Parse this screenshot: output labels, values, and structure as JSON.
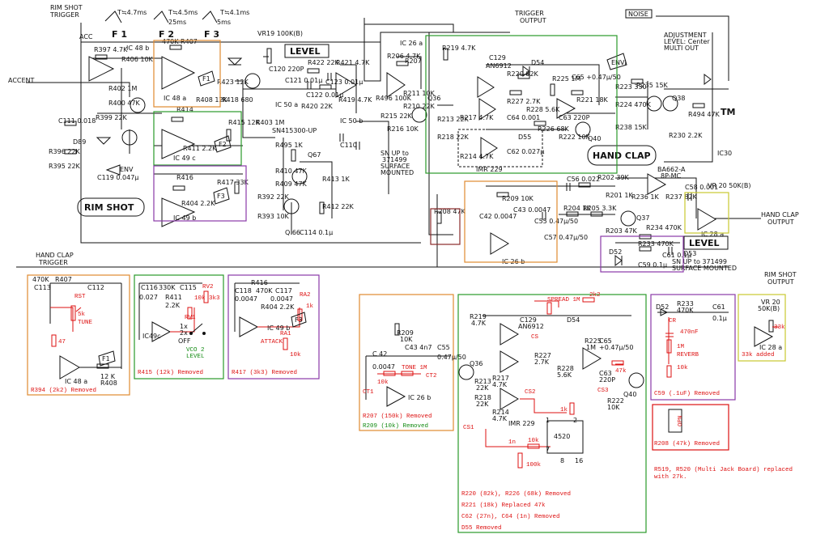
{
  "top_labels": {
    "rim_shot_trigger": "RIM SHOT\nTRIGGER",
    "trigger_output": "TRIGGER\nOUTPUT",
    "noise": "NOISE",
    "accent": "ACCENT",
    "acc": "ACC",
    "hand_clap_trigger": "HAND CLAP\nTRIGGER",
    "hand_clap_output": "HAND CLAP\nOUTPUT",
    "rim_shot_output": "RIM SHOT\nOUTPUT",
    "f1": "F 1",
    "f2": "F 2",
    "f3": "F 3",
    "level": "LEVEL",
    "rim_shot": "RIM SHOT",
    "hand_clap": "HAND CLAP",
    "env": "ENV",
    "envi": "ENVI",
    "sn_part": "SN415300-UP",
    "sn_up_hc": "SN UP to\n371499\nSURFACE\nMOUNTED",
    "sn_up_rs": "SN UP to    371499\nSURFACE MOUNTED",
    "adjustment": "ADJUSTMENT\nLEVEL: Center\nMULTI OUT",
    "tm": "TM",
    "ic30": "IC30",
    "ba662": "BA662-A\n8P-MC"
  },
  "components": {
    "ic48b": "IC 48 b",
    "ic48a": "IC 48 a",
    "ic49c": "IC 49 c",
    "ic49b": "IC 49 b",
    "ic50a": "IC 50 a",
    "ic50b": "IC 50 b",
    "ic26a": "IC 26 a",
    "ic26b": "IC 26 b",
    "ic28a": "IC 28 a",
    "imr229": "IMR 229",
    "an6912": "AN6912",
    "r397": "R397 4.7K",
    "r406": "R406 10K",
    "r402": "R402 1M",
    "r400": "R400 47K",
    "r399": "R399 22K",
    "r396": "R396 22K",
    "r395": "R395 22K",
    "c111": "C111 0.018",
    "d89": "D89",
    "c119": "C119 0.047μ",
    "r407": "470K R407",
    "r408": "R408 12K",
    "r414": "R414",
    "r411": "R411 2.2K",
    "r415": "R415 12K",
    "r416": "R416",
    "r404": "R404 2.2K",
    "r417": "R417 33K",
    "vr19": "VR19 100K(B)",
    "c120": "C120 220P",
    "r423": "R423 12K",
    "r418": "R418 680",
    "r422": "R422 22K",
    "r421": "R421 4.7K",
    "r419": "R419 4.7K",
    "r420": "R420 22K",
    "c121": "C121 0.01μ",
    "c122": "C122 0.01μ",
    "c123": "C123 0.01μ",
    "r403": "R403 1M",
    "r495": "R495 1K",
    "r410": "R410 47K",
    "r409": "R409 47K",
    "q67": "Q67",
    "r413": "R413 1K",
    "r412": "R412 22K",
    "r392": "R392 22K",
    "r393": "R393 10K",
    "q66": "Q 66",
    "c114": "C114 0.1μ",
    "c110": "C110",
    "r206": "R206 4.7K",
    "r207": "R207",
    "r496": "R496 100K",
    "r215": "R215 22K",
    "r216": "R216 10K",
    "r210": "R210 22K",
    "r211": "R211 10K",
    "q36": "Q36",
    "r213": "R213 22K",
    "r218": "R218 22K",
    "r219": "R219 4.7K",
    "c129": "C129",
    "d54": "D54",
    "r220": "R220 82K",
    "r227": "R227 2.7K",
    "r225": "R225 1M",
    "c65": "C65 +0.47μ/50",
    "r221": "R221 18K",
    "r228": "R228 5.6K",
    "c63": "C63 220P",
    "r226": "R226 68K",
    "r222": "R222 10K",
    "c64": "C64 0.001",
    "c62": "C62 0.027μ",
    "d55": "D55",
    "r217": "R217 4.7K",
    "r214": "R214 4.7K",
    "q40": "Q40",
    "r223": "R223 330",
    "r224": "R224 470K",
    "r238": "R238 15K",
    "r235": "R235 15K",
    "q38": "Q38",
    "r494": "R494 47K",
    "r230": "R230 2.2K",
    "r236": "R236 1K",
    "r237": "R237 82K",
    "vr20": "VR 20 50K(B)",
    "c58": "C58 0.001",
    "c56": "C56 0.022",
    "r202": "R202 39K",
    "r201": "R201 1K",
    "r208": "R208 47K",
    "r209": "R209 10K",
    "c42": "C42 0.0047",
    "c43": "C43 0.0047",
    "r205": "R205 3.3K",
    "r204": "R204 1K",
    "c55": "C55 0.47μ/50",
    "c57": "C57 0.47μ/50",
    "r203": "R203 47K",
    "q37": "Q37",
    "r234": "R234 470K",
    "r233": "R233 470K",
    "c61": "C61 0.1μ",
    "c59": "C59 0.1μ",
    "d52": "D52",
    "d53": "D53"
  },
  "mods": {
    "rim_box1": {
      "caption": "R394 (2k2) Removed",
      "labels": [
        "RST",
        "5k",
        "TUNE",
        "47"
      ]
    },
    "rim_box2": {
      "caption": "R415 (12k) Removed",
      "labels": [
        "RV2",
        "3k3",
        "RV1",
        "10k",
        "1x",
        "2x",
        "OFF",
        "VCO 2",
        "LEVEL"
      ]
    },
    "rim_box3": {
      "caption": "R417 (3k3) Removed",
      "labels": [
        "RA2",
        "1k",
        "RA1",
        "ATTACK",
        "10k"
      ]
    },
    "hc_box1": {
      "captions": [
        "R207 (150k) Removed",
        "R209 (10k) Removed"
      ],
      "labels": [
        "C43 4n7",
        "TONE 1M",
        "10k",
        "CT1",
        "CT2"
      ]
    },
    "hc_box2": {
      "captions": [
        "R220 (82k), R226 (68k) Removed",
        "R221 (18k) Replaced 47k",
        "C62 (27n), C64 (1n) Removed",
        "D55 Removed"
      ],
      "labels": [
        "SPREAD 1M",
        "2k2",
        "CS",
        "CS1",
        "CS2",
        "CS3",
        "1k",
        "1n",
        "10k",
        "100k",
        "4520",
        "47k"
      ]
    },
    "hc_box3": {
      "caption": "C59 (.1uF) Removed",
      "labels": [
        "CR",
        "470nF",
        "1M",
        "REVERB",
        "10k"
      ]
    },
    "hc_box4": {
      "caption": "33k added",
      "labels": [
        "33k"
      ]
    },
    "r208_box": {
      "caption": "R208 (47k) Removed",
      "labels": [
        "OPN"
      ]
    },
    "note": "R519, R520 (Multi Jack Board) replaced\nwith 27k."
  }
}
